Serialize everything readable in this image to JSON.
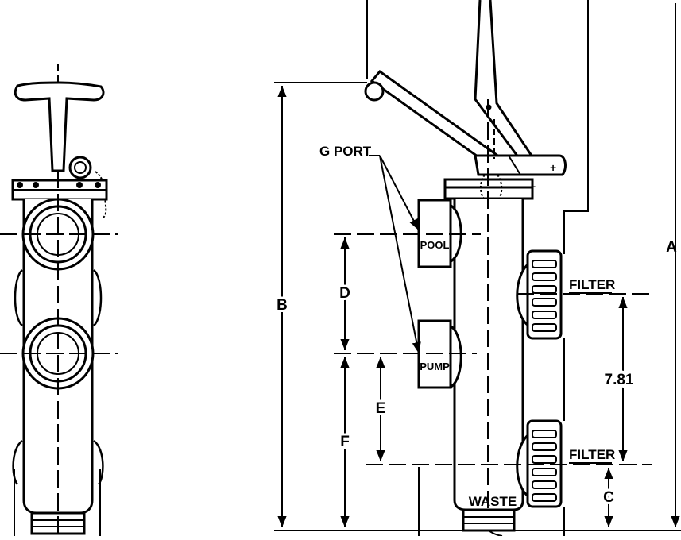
{
  "labels": {
    "g_port": "G  PORT",
    "pool": "POOL",
    "pump": "PUMP",
    "filter_top": "FILTER",
    "filter_bottom": "FILTER",
    "waste": "WASTE"
  },
  "dimensions": {
    "a": "A",
    "b": "B",
    "c": "C",
    "d": "D",
    "e": "E",
    "f": "F",
    "filter_spacing": "7.81"
  },
  "colors": {
    "line": "#000000",
    "background": "#ffffff"
  }
}
